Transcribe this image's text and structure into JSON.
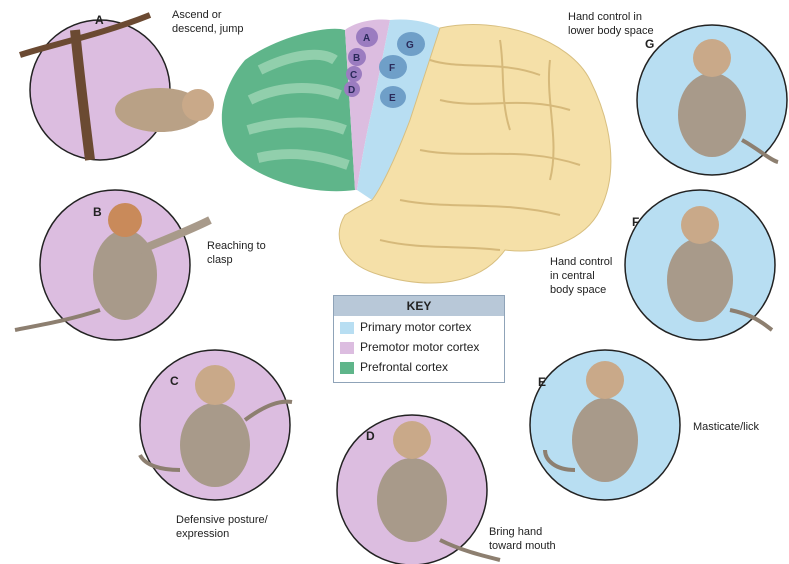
{
  "colors": {
    "primary_motor": "#b8def2",
    "premotor": "#dcbde0",
    "prefrontal": "#5fb58a",
    "brain": "#f5e0a8",
    "circle_border": "#222222"
  },
  "panels": [
    {
      "letter": "A",
      "caption": "Ascend or\ndescend, jump",
      "region": "premotor"
    },
    {
      "letter": "B",
      "caption": "Reaching to\nclasp",
      "region": "premotor"
    },
    {
      "letter": "C",
      "caption": "Defensive posture/\nexpression",
      "region": "premotor"
    },
    {
      "letter": "D",
      "caption": "Bring hand\ntoward mouth",
      "region": "premotor"
    },
    {
      "letter": "E",
      "caption": "Masticate/lick",
      "region": "primary_motor"
    },
    {
      "letter": "F",
      "caption": "Hand control\nin central\nbody space",
      "region": "primary_motor"
    },
    {
      "letter": "G",
      "caption": "Hand control in\nlower body space",
      "region": "primary_motor"
    }
  ],
  "brain_labels": [
    "A",
    "B",
    "C",
    "D",
    "G",
    "F",
    "E"
  ],
  "key": {
    "title": "KEY",
    "items": [
      {
        "label": "Primary motor cortex",
        "color": "#b8def2"
      },
      {
        "label": "Premotor motor cortex",
        "color": "#dcbde0"
      },
      {
        "label": "Prefrontal cortex",
        "color": "#5fb58a"
      }
    ]
  }
}
